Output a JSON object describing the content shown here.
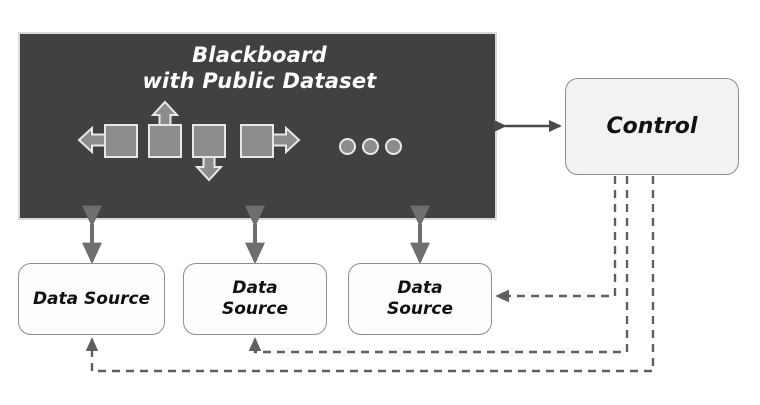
{
  "diagram": {
    "title": "Blackboard architecture with public dataset and control",
    "colors": {
      "blackboard_fill": "#414141",
      "blackboard_border": "#d9d9d9",
      "process_fill": "#8c8c8c",
      "node_fill": "#f2f2f2",
      "node_border": "#8f8f8f",
      "arrow_solid": "#6b6b6b",
      "arrow_dark": "#4a4a4a",
      "arrow_dashed": "#6b6b6b",
      "text_light": "#ffffff",
      "text_dark": "#111111",
      "background": "#ffffff"
    }
  },
  "blackboard": {
    "title_line1": "Blackboard",
    "title_line2": "with Public Dataset",
    "processes": [
      {
        "id": "proc-1",
        "arrow": "left"
      },
      {
        "id": "proc-2",
        "arrow": "up"
      },
      {
        "id": "proc-3",
        "arrow": "down"
      },
      {
        "id": "proc-4",
        "arrow": "right"
      }
    ],
    "ellipsis_dots": 3
  },
  "control": {
    "label": "Control"
  },
  "data_sources": [
    {
      "id": "ds-1",
      "label": "Data Source"
    },
    {
      "id": "ds-2",
      "label": "Data\nSource"
    },
    {
      "id": "ds-3",
      "label": "Data\nSource"
    }
  ],
  "connections": [
    {
      "from": "blackboard",
      "to": "control",
      "style": "solid",
      "arrowheads": "both",
      "orientation": "horizontal"
    },
    {
      "from": "blackboard",
      "to": "ds-1",
      "style": "solid",
      "arrowheads": "both",
      "orientation": "vertical"
    },
    {
      "from": "blackboard",
      "to": "ds-2",
      "style": "solid",
      "arrowheads": "both",
      "orientation": "vertical"
    },
    {
      "from": "blackboard",
      "to": "ds-3",
      "style": "solid",
      "arrowheads": "both",
      "orientation": "vertical"
    },
    {
      "from": "control",
      "to": "ds-3",
      "style": "dashed",
      "arrowheads": "end",
      "orientation": "elbow-right"
    },
    {
      "from": "control",
      "to": "ds-2",
      "style": "dashed",
      "arrowheads": "end",
      "orientation": "elbow-bottom"
    },
    {
      "from": "control",
      "to": "ds-1",
      "style": "dashed",
      "arrowheads": "end",
      "orientation": "elbow-bottom"
    }
  ]
}
